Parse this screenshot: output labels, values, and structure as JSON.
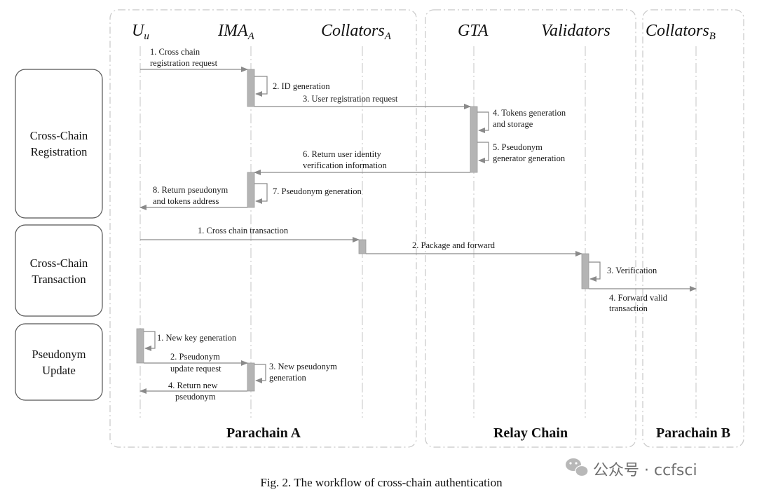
{
  "participants": {
    "user": {
      "main": "U",
      "sub": "u"
    },
    "ima_a": {
      "main": "IMA",
      "sub": "A"
    },
    "collators_a": {
      "main": "Collators",
      "sub": "A"
    },
    "gta": {
      "main": "GTA",
      "sub": ""
    },
    "validators": {
      "main": "Validators",
      "sub": ""
    },
    "collators_b": {
      "main": "Collators",
      "sub": "B"
    }
  },
  "phases": {
    "registration": [
      "Cross-Chain",
      "Registration"
    ],
    "transaction": [
      "Cross-Chain",
      "Transaction"
    ],
    "update": [
      "Pseudonym",
      "Update"
    ]
  },
  "messages": {
    "reg1": [
      "1. Cross chain",
      "registration request"
    ],
    "reg2": [
      "2. ID generation"
    ],
    "reg3": [
      "3. User registration request"
    ],
    "reg4": [
      "4. Tokens generation",
      "and storage"
    ],
    "reg5": [
      "5. Pseudonym",
      "generator generation"
    ],
    "reg6": [
      "6. Return user identity",
      "verification information"
    ],
    "reg7": [
      "7. Pseudonym generation"
    ],
    "reg8": [
      "8. Return pseudonym",
      "and tokens address"
    ],
    "tx1": [
      "1. Cross chain transaction"
    ],
    "tx2": [
      "2. Package and forward"
    ],
    "tx3": [
      "3. Verification"
    ],
    "tx4": [
      "4. Forward valid",
      "transaction"
    ],
    "up1": [
      "1. New key generation"
    ],
    "up2": [
      "2. Pseudonym",
      "update request"
    ],
    "up3": [
      "3. New pseudonym",
      "generation"
    ],
    "up4": [
      "4. Return new",
      "pseudonym"
    ]
  },
  "chains": {
    "parachain_a": "Parachain A",
    "relay": "Relay Chain",
    "parachain_b": "Parachain B"
  },
  "caption": "Fig. 2.  The workflow of cross-chain authentication",
  "watermark": "公众号 · ccfsci",
  "watermark_icon": "wechat-icon",
  "colors": {
    "arrow": "#8a8a8a",
    "activation": "#b4b4b4",
    "lifeline": "#cfcfcf"
  }
}
